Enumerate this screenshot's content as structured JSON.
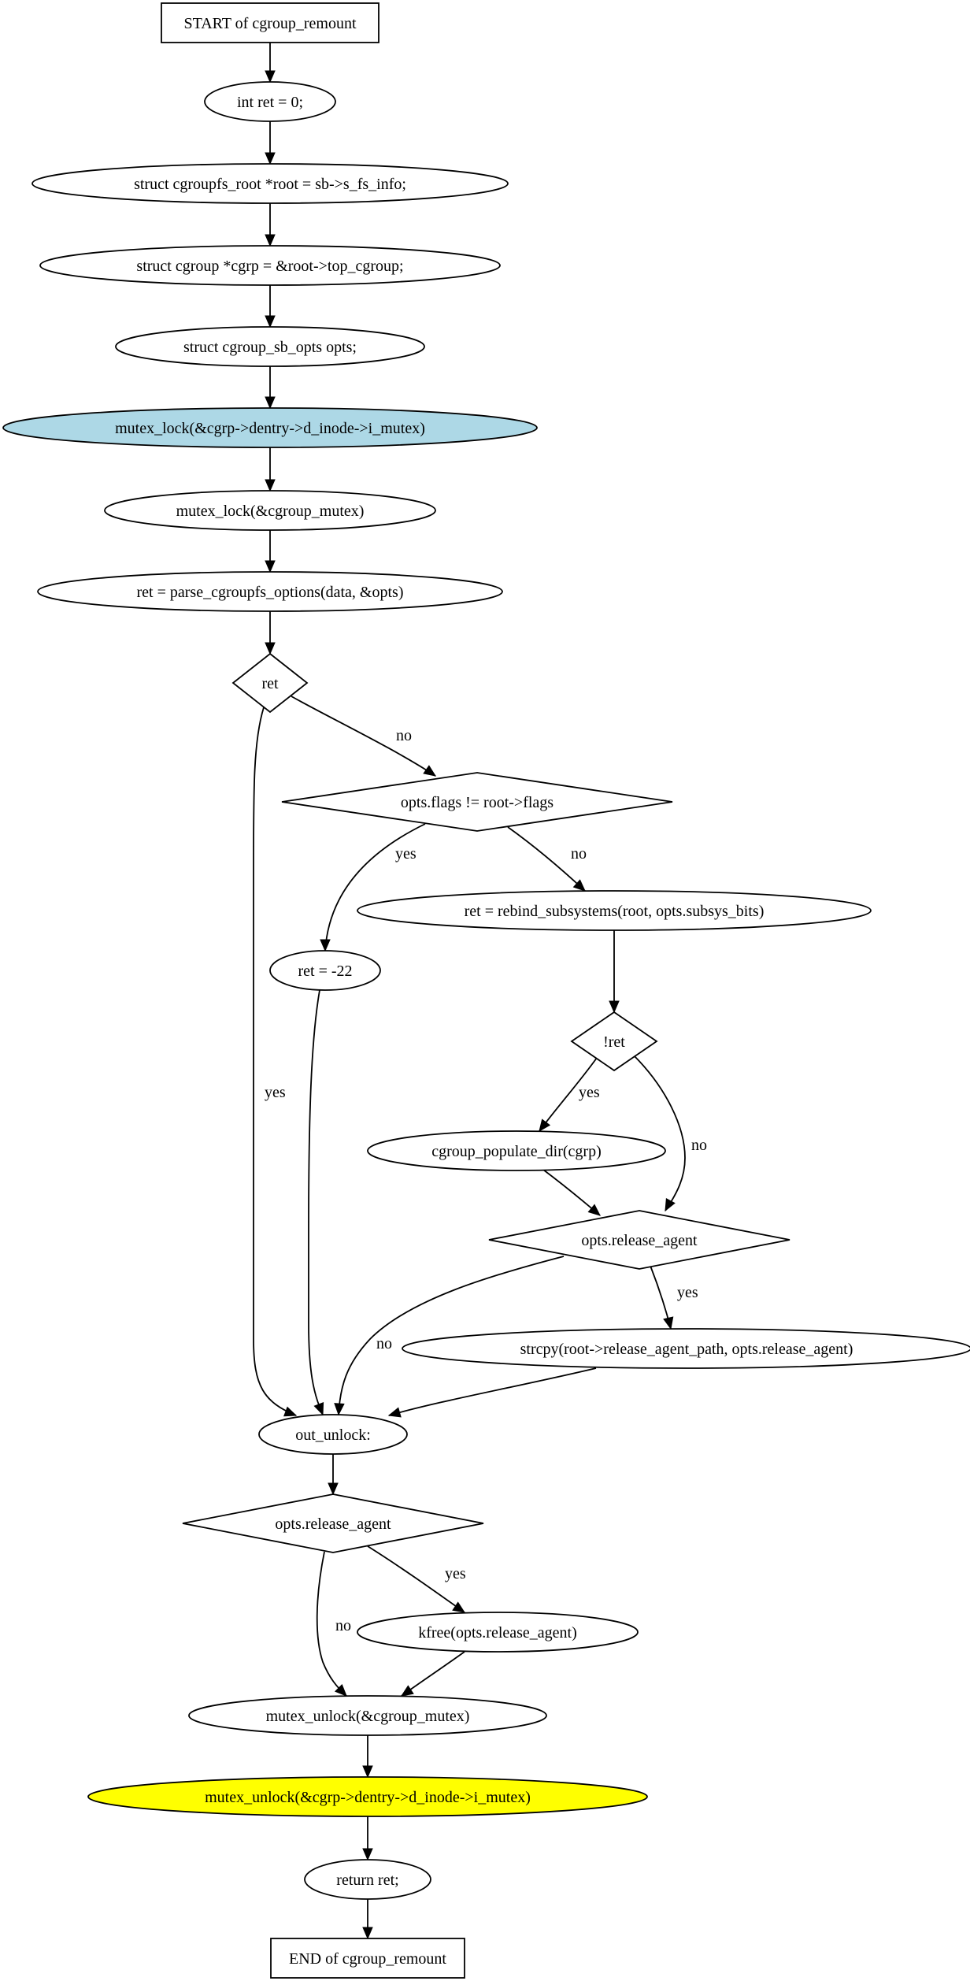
{
  "colors": {
    "default_fill": "#ffffff",
    "highlight_blue": "#add8e6",
    "highlight_yellow": "#ffff00",
    "stroke": "#000000"
  },
  "nodes": {
    "start": {
      "text": "START of cgroup_remount",
      "shape": "box"
    },
    "n1": {
      "text": "int ret = 0;",
      "shape": "ellipse"
    },
    "n2": {
      "text": "struct cgroupfs_root *root = sb->s_fs_info;",
      "shape": "ellipse"
    },
    "n3": {
      "text": "struct cgroup *cgrp = &root->top_cgroup;",
      "shape": "ellipse"
    },
    "n4": {
      "text": "struct cgroup_sb_opts opts;",
      "shape": "ellipse"
    },
    "n5": {
      "text": "mutex_lock(&cgrp->dentry->d_inode->i_mutex)",
      "shape": "ellipse",
      "fill": "highlight_blue"
    },
    "n6": {
      "text": "mutex_lock(&cgroup_mutex)",
      "shape": "ellipse"
    },
    "n7": {
      "text": "ret = parse_cgroupfs_options(data, &opts)",
      "shape": "ellipse"
    },
    "d1": {
      "text": "ret",
      "shape": "diamond"
    },
    "d2": {
      "text": "opts.flags != root->flags",
      "shape": "diamond"
    },
    "n8": {
      "text": "ret = -22",
      "shape": "ellipse"
    },
    "n9": {
      "text": "ret = rebind_subsystems(root, opts.subsys_bits)",
      "shape": "ellipse"
    },
    "d3": {
      "text": "!ret",
      "shape": "diamond"
    },
    "n10": {
      "text": "cgroup_populate_dir(cgrp)",
      "shape": "ellipse"
    },
    "d4": {
      "text": "opts.release_agent",
      "shape": "diamond"
    },
    "n11": {
      "text": "strcpy(root->release_agent_path, opts.release_agent)",
      "shape": "ellipse"
    },
    "n12": {
      "text": "out_unlock:",
      "shape": "ellipse"
    },
    "d5": {
      "text": "opts.release_agent",
      "shape": "diamond"
    },
    "n13": {
      "text": "kfree(opts.release_agent)",
      "shape": "ellipse"
    },
    "n14": {
      "text": "mutex_unlock(&cgroup_mutex)",
      "shape": "ellipse"
    },
    "n15": {
      "text": "mutex_unlock(&cgrp->dentry->d_inode->i_mutex)",
      "shape": "ellipse",
      "fill": "highlight_yellow"
    },
    "n16": {
      "text": "return ret;",
      "shape": "ellipse"
    },
    "end": {
      "text": "END of cgroup_remount",
      "shape": "box"
    }
  },
  "edges": [
    {
      "id": "start-n1",
      "from": "start",
      "to": "n1",
      "label": ""
    },
    {
      "id": "n1-n2",
      "from": "n1",
      "to": "n2",
      "label": ""
    },
    {
      "id": "n2-n3",
      "from": "n2",
      "to": "n3",
      "label": ""
    },
    {
      "id": "n3-n4",
      "from": "n3",
      "to": "n4",
      "label": ""
    },
    {
      "id": "n4-n5",
      "from": "n4",
      "to": "n5",
      "label": ""
    },
    {
      "id": "n5-n6",
      "from": "n5",
      "to": "n6",
      "label": ""
    },
    {
      "id": "n6-n7",
      "from": "n6",
      "to": "n7",
      "label": ""
    },
    {
      "id": "n7-d1",
      "from": "n7",
      "to": "d1",
      "label": ""
    },
    {
      "id": "d1-d2",
      "from": "d1",
      "to": "d2",
      "label": "no"
    },
    {
      "id": "d1-n12",
      "from": "d1",
      "to": "n12",
      "label": "yes"
    },
    {
      "id": "d2-n8",
      "from": "d2",
      "to": "n8",
      "label": "yes"
    },
    {
      "id": "d2-n9",
      "from": "d2",
      "to": "n9",
      "label": "no"
    },
    {
      "id": "n8-n12",
      "from": "n8",
      "to": "n12",
      "label": ""
    },
    {
      "id": "n9-d3",
      "from": "n9",
      "to": "d3",
      "label": ""
    },
    {
      "id": "d3-n10",
      "from": "d3",
      "to": "n10",
      "label": "yes"
    },
    {
      "id": "d3-d4",
      "from": "d3",
      "to": "d4",
      "label": "no"
    },
    {
      "id": "n10-d4",
      "from": "n10",
      "to": "d4",
      "label": ""
    },
    {
      "id": "d4-n11",
      "from": "d4",
      "to": "n11",
      "label": "yes"
    },
    {
      "id": "d4-n12",
      "from": "d4",
      "to": "n12",
      "label": "no"
    },
    {
      "id": "n11-n12",
      "from": "n11",
      "to": "n12",
      "label": ""
    },
    {
      "id": "n12-d5",
      "from": "n12",
      "to": "d5",
      "label": ""
    },
    {
      "id": "d5-n13",
      "from": "d5",
      "to": "n13",
      "label": "yes"
    },
    {
      "id": "d5-n14",
      "from": "d5",
      "to": "n14",
      "label": "no"
    },
    {
      "id": "n13-n14",
      "from": "n13",
      "to": "n14",
      "label": ""
    },
    {
      "id": "n14-n15",
      "from": "n14",
      "to": "n15",
      "label": ""
    },
    {
      "id": "n15-n16",
      "from": "n15",
      "to": "n16",
      "label": ""
    },
    {
      "id": "n16-end",
      "from": "n16",
      "to": "end",
      "label": ""
    }
  ]
}
